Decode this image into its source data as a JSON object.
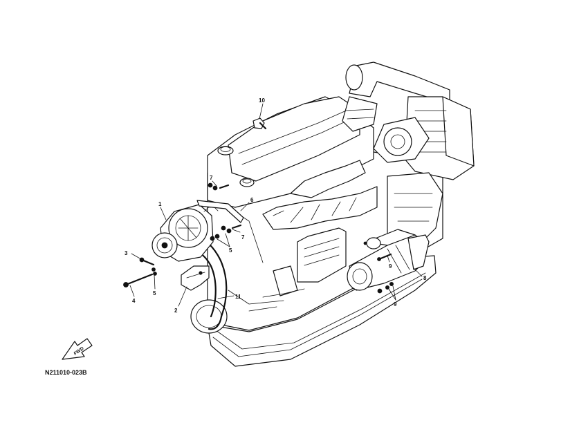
{
  "diagram": {
    "drawing_code": "N211010-023B",
    "fwd_label": "FWD",
    "callouts": {
      "c1": "1",
      "c2": "2",
      "c3": "3",
      "c4": "4",
      "c5a": "5",
      "c5b": "5",
      "c6": "6",
      "c7a": "7",
      "c7b": "7",
      "c8": "8",
      "c9a": "9",
      "c9b": "9",
      "c10": "10",
      "c11": "11"
    }
  }
}
